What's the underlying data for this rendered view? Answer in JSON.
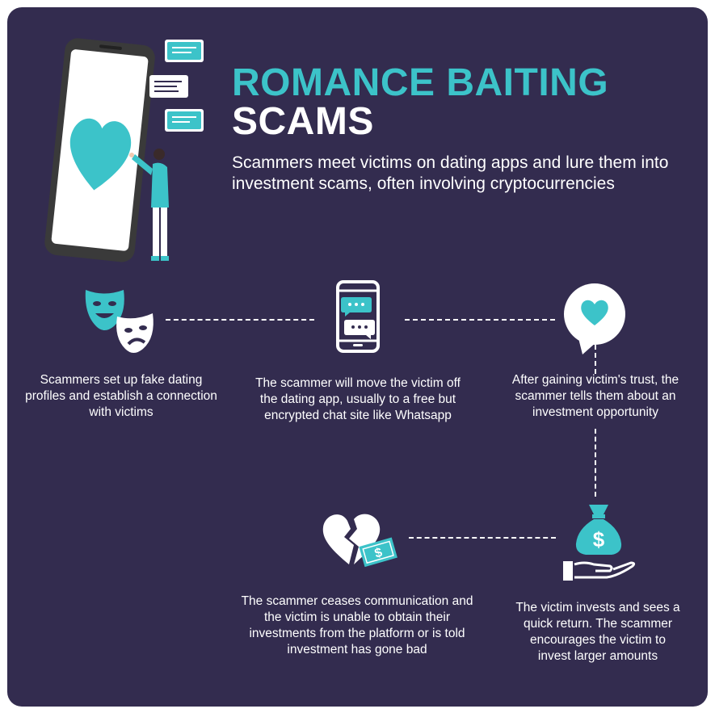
{
  "header": {
    "title_line1": "ROMANCE BAITING",
    "title_line2": "SCAMS",
    "subtitle": "Scammers meet victims on dating apps and lure them into investment scams, often involving cryptocurrencies"
  },
  "steps": [
    {
      "text": "Scammers set up fake dating profiles and establish a connection with victims",
      "icon": "theatre-masks-icon"
    },
    {
      "text": "The scammer will move the victim off the dating app, usually to a free but encrypted chat site like Whatsapp",
      "icon": "phone-chat-icon"
    },
    {
      "text": "After gaining victim's trust, the scammer tells them about an investment opportunity",
      "icon": "heart-speech-bubble-icon"
    },
    {
      "text": "The victim invests and sees a quick return. The scammer encourages the victim to invest larger amounts",
      "icon": "money-bag-hand-icon"
    },
    {
      "text": "The scammer ceases communication and the victim is unable to obtain their investments from the platform or is told investment has gone bad",
      "icon": "broken-heart-money-icon"
    }
  ],
  "icons": {
    "money_bag_symbol": "$",
    "bill_symbol": "$"
  },
  "colors": {
    "background": "#332c4f",
    "accent": "#3cc3c9",
    "text": "#ffffff"
  }
}
